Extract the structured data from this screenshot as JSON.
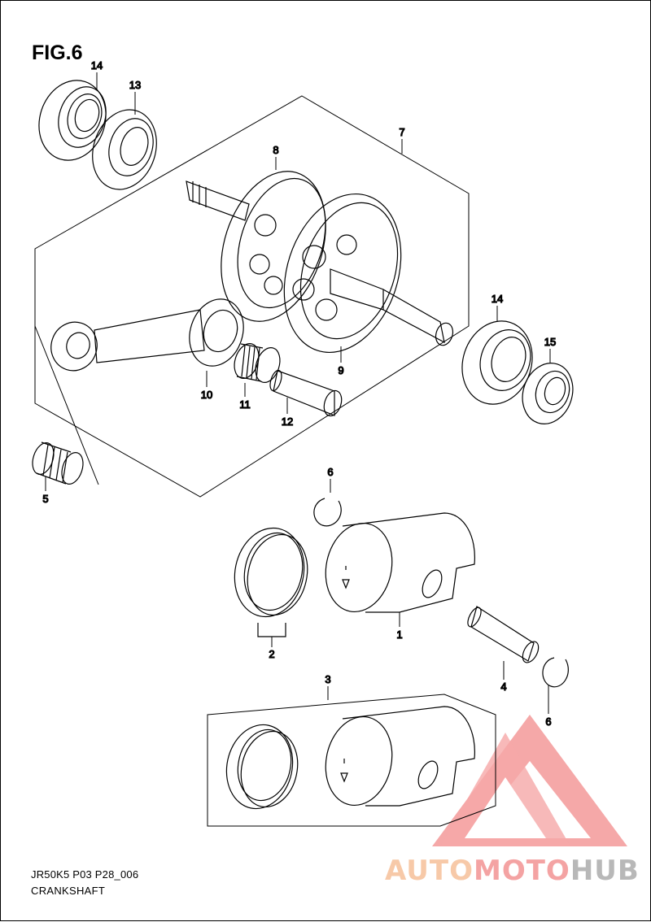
{
  "figure": {
    "title": "FIG.6",
    "code": "JR50K5  P03  P28_006",
    "name": "CRANKSHAFT"
  },
  "callouts": [
    {
      "id": "c-14-top",
      "label": "14"
    },
    {
      "id": "c-13",
      "label": "13"
    },
    {
      "id": "c-7",
      "label": "7"
    },
    {
      "id": "c-8",
      "label": "8"
    },
    {
      "id": "c-14-right",
      "label": "14"
    },
    {
      "id": "c-15",
      "label": "15"
    },
    {
      "id": "c-9",
      "label": "9"
    },
    {
      "id": "c-10",
      "label": "10"
    },
    {
      "id": "c-11",
      "label": "11"
    },
    {
      "id": "c-12",
      "label": "12"
    },
    {
      "id": "c-5",
      "label": "5"
    },
    {
      "id": "c-6-top",
      "label": "6"
    },
    {
      "id": "c-1",
      "label": "1"
    },
    {
      "id": "c-2",
      "label": "2"
    },
    {
      "id": "c-4",
      "label": "4"
    },
    {
      "id": "c-6-bottom",
      "label": "6"
    },
    {
      "id": "c-3",
      "label": "3"
    }
  ],
  "watermark": {
    "part1": "AUTO",
    "part2": "MOTO",
    "part3": "HUB",
    "colors": {
      "part1": "#f7c9a8",
      "part2": "#f4a3a3",
      "part3": "#b8b8b8",
      "logo": "#f28b8b"
    }
  }
}
